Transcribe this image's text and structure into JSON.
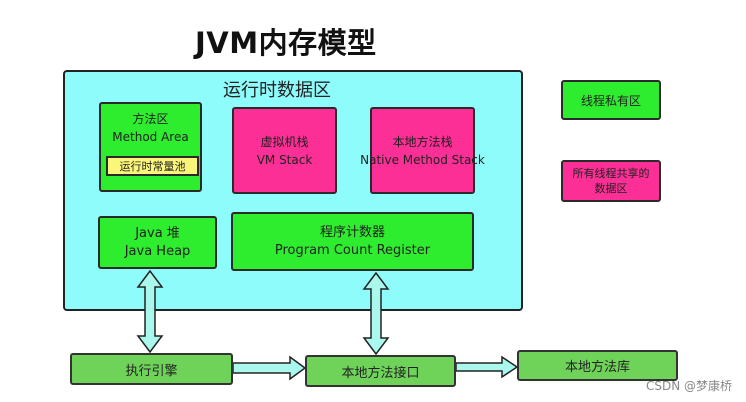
{
  "title": "JVM内存模型",
  "runtime_area": {
    "label": "运行时数据区"
  },
  "method_area": {
    "line1": "方法区",
    "line2": "Method Area",
    "constant_pool": "运行时常量池"
  },
  "vm_stack": {
    "line1": "虚拟机栈",
    "line2": "VM Stack"
  },
  "native_stack": {
    "line1": "本地方法栈",
    "line2": "Native Method Stack"
  },
  "heap": {
    "line1": "Java 堆",
    "line2": "Java Heap"
  },
  "pc_register": {
    "line1": "程序计数器",
    "line2": "Program Count Register"
  },
  "legend": {
    "private": "线程私有区",
    "shared_line1": "所有线程共享的",
    "shared_line2": "数据区"
  },
  "bottom": {
    "engine": "执行引擎",
    "native_interface": "本地方法接口",
    "native_library": "本地方法库"
  },
  "watermark": "CSDN @梦康桥",
  "colors": {
    "runtime_bg": "#8ffcfc",
    "thread_private": "#2eec2e",
    "thread_shared": "#fb2f95",
    "constant_pool": "#fbf67a",
    "bottom_boxes": "#6fd35a",
    "arrows": "#aaf7ee"
  }
}
